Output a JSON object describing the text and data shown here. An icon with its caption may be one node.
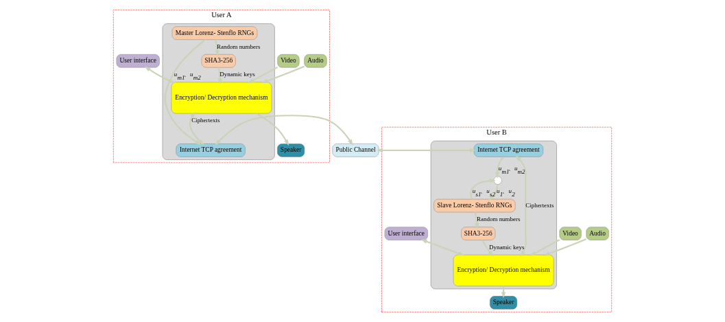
{
  "diagram": {
    "nodes": [
      {
        "text": [
          "User A"
        ]
      },
      {
        "text": [],
        "shape": "box",
        "in": 0
      },
      {
        "text": [
          "Master Lorenz- Stenflo RNGs"
        ],
        "in": 1
      },
      {
        "text": [
          "SHA3-256"
        ],
        "in": 1
      },
      {
        "text": [
          "Internet TCP agreement"
        ],
        "in": 1
      },
      {
        "text": [
          "Encryption/ Decryption mechanism"
        ],
        "in": 1
      },
      {
        "text": [
          "Audio"
        ],
        "in": 0
      },
      {
        "text": [
          "Video"
        ],
        "in": 0
      },
      {
        "text": [
          "User interface"
        ],
        "in": 0
      },
      {
        "text": [
          "Speaker"
        ],
        "in": 0
      },
      {
        "text": [
          "Public Channel"
        ]
      },
      {
        "text": [
          "User B"
        ]
      },
      {
        "text": [],
        "shape": "box",
        "in": 11
      },
      {
        "text": [],
        "shape": "circle",
        "in": 12
      },
      {
        "text": [
          "Slave Lorenz- Stenflo RNGs"
        ],
        "in": 12
      },
      {
        "text": [
          "Internet TCP agreement"
        ],
        "in": 12
      },
      {
        "text": [
          "SHA3-256"
        ],
        "in": 12
      },
      {
        "text": [
          "Encryption/ Decryption mechanism"
        ],
        "in": 12
      },
      {
        "text": [
          "Audio"
        ],
        "in": 11
      },
      {
        "text": [
          "Video"
        ],
        "in": 11
      },
      {
        "text": [
          "User interface"
        ],
        "in": 11
      },
      {
        "text": [
          "Speaker"
        ],
        "in": 11
      }
    ],
    "edges": [
      {
        "from": 2,
        "to": 4,
        "arrow": "to",
        "label": "u$_{m1}$、u$_{m2}$"
      },
      {
        "from": 2,
        "to": 3,
        "arrow": "to",
        "label": "Random numbers"
      },
      {
        "from": 3,
        "to": 5,
        "arrow": "to",
        "label": "Dynamic keys"
      },
      {
        "from": 5,
        "to": 4,
        "arrow": "both",
        "label": "Ciphertexts"
      },
      {
        "from": 6,
        "to": 5,
        "arrow": "to"
      },
      {
        "from": 7,
        "to": 5,
        "arrow": "to"
      },
      {
        "from": 8,
        "to": 5,
        "arrow": "both"
      },
      {
        "from": 5,
        "to": 9,
        "arrow": "to"
      },
      {
        "from": 4,
        "to": 10,
        "arrow": "both"
      },
      {
        "from": 10,
        "to": 15,
        "arrow": "both"
      },
      {
        "from": 15,
        "to": 13,
        "arrow": "to",
        "label": "u$_{m1}$、u$_{m2}$"
      },
      {
        "from": 14,
        "to": 13,
        "arrow": "to",
        "label": "u$_{s1}$、u$_{s2}$"
      },
      {
        "from": 13,
        "to": 14,
        "arrow": "to",
        "label": "u$_{1}$、u$_{2}$"
      },
      {
        "from": 14,
        "to": 16,
        "arrow": "to",
        "label": "Random numbers"
      },
      {
        "from": 16,
        "to": 17,
        "arrow": "to",
        "label": "Dynamic keys"
      },
      {
        "from": 15,
        "to": 17,
        "arrow": "both",
        "label": "Ciphertexts"
      },
      {
        "from": 18,
        "to": 17,
        "arrow": "to"
      },
      {
        "from": 19,
        "to": 17,
        "arrow": "to"
      },
      {
        "from": 20,
        "to": 17,
        "arrow": "both"
      },
      {
        "from": 17,
        "to": 21,
        "arrow": "to"
      }
    ]
  }
}
